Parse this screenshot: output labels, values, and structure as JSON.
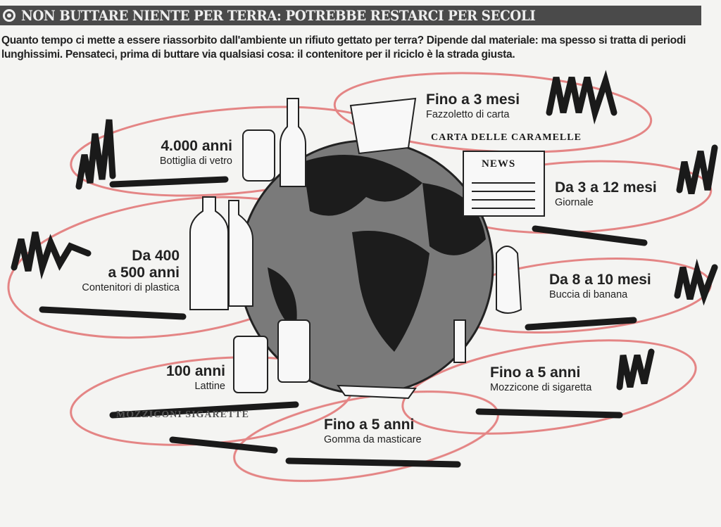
{
  "header": {
    "title": "NON BUTTARE NIENTE PER TERRA: POTREBBE RESTARCI PER SECOLI"
  },
  "intro": "Quanto tempo ci mette a essere riassorbito dall'ambiente un rifiuto gettato per terra? Dipende dal materiale: ma spesso si tratta di periodi lunghissimi. Pensateci, prima di buttare via qualsiasi cosa: il contenitore per il riciclo è la strada giusta.",
  "items": [
    {
      "time": "4.000 anni",
      "material": "Bottiglia di vetro"
    },
    {
      "time": "Da 400",
      "time2": "a 500 anni",
      "material": "Contenitori di plastica"
    },
    {
      "time": "100 anni",
      "material": "Lattine"
    },
    {
      "time": "Fino a 5 anni",
      "material": "Gomma da masticare"
    },
    {
      "time": "Fino a 3 mesi",
      "material": "Fazzoletto di carta"
    },
    {
      "time": "Da 3 a 12 mesi",
      "material": "Giornale"
    },
    {
      "time": "Da 8 a 10 mesi",
      "material": "Buccia di banana"
    },
    {
      "time": "Fino a 5 anni",
      "material": "Mozzicone di sigaretta"
    }
  ],
  "annotations": {
    "caramelle": "CARTA DELLE CARAMELLE",
    "sigarette": "MOZZICONI SIGARETTE",
    "news": "NEWS"
  },
  "colors": {
    "header": "#4a4a4a",
    "circles": "#e06a6a",
    "scribble": "#1a1a1a"
  }
}
